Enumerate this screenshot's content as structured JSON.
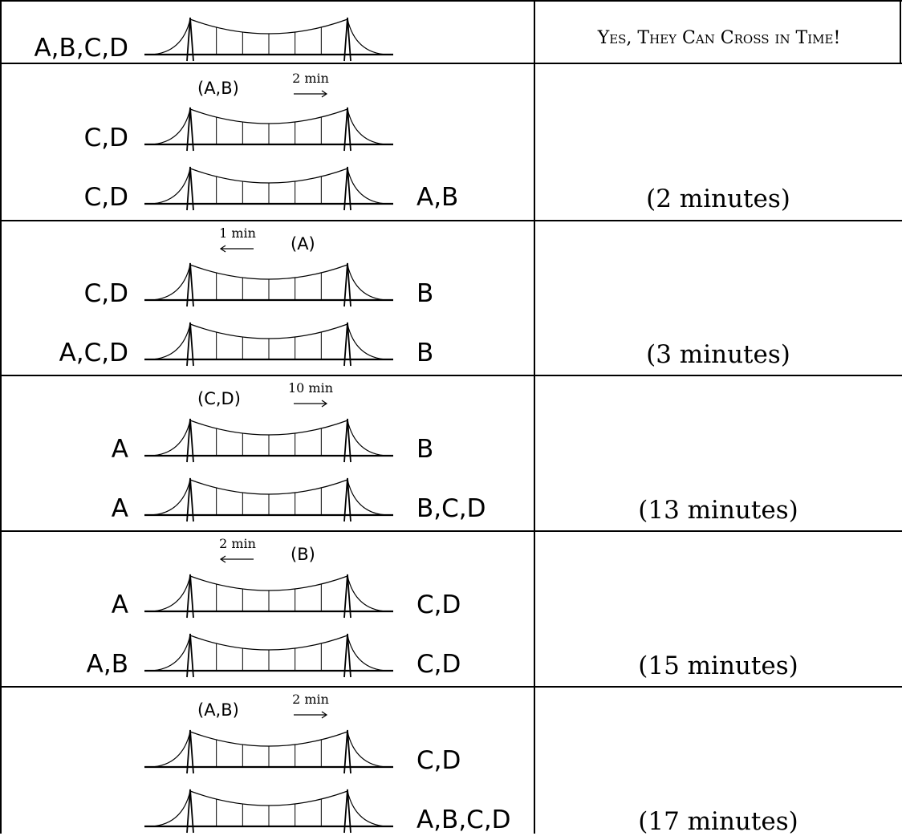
{
  "result": "Yes, They Can Cross in Time!",
  "start": {
    "left": "A,B,C,D",
    "right": ""
  },
  "steps": [
    {
      "who": "(A,B)",
      "time": "2 min",
      "direction": "right",
      "left_before": "C,D",
      "right_before": "",
      "left_after": "C,D",
      "right_after": "A,B",
      "total": "(2 minutes)"
    },
    {
      "who": "(A)",
      "time": "1 min",
      "direction": "left",
      "left_before": "C,D",
      "right_before": "B",
      "left_after": "A,C,D",
      "right_after": "B",
      "total": "(3 minutes)"
    },
    {
      "who": "(C,D)",
      "time": "10 min",
      "direction": "right",
      "left_before": "A",
      "right_before": "B",
      "left_after": "A",
      "right_after": "B,C,D",
      "total": "(13 minutes)"
    },
    {
      "who": "(B)",
      "time": "2 min",
      "direction": "left",
      "left_before": "A",
      "right_before": "C,D",
      "left_after": "A,B",
      "right_after": "C,D",
      "total": "(15 minutes)"
    },
    {
      "who": "(A,B)",
      "time": "2 min",
      "direction": "right",
      "left_before": "",
      "right_before": "C,D",
      "left_after": "",
      "right_after": "A,B,C,D",
      "total": "(17 minutes)"
    }
  ]
}
